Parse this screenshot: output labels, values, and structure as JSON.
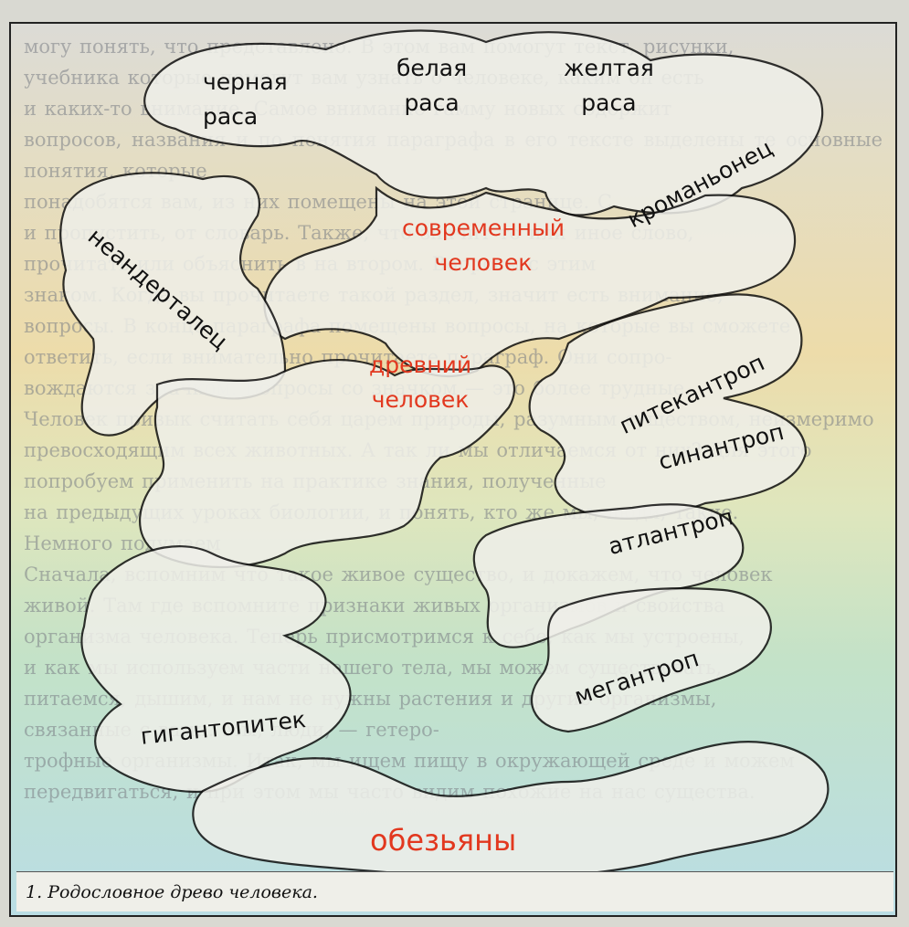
{
  "labels": {
    "black_race": "черная\nраса",
    "white_race": "белая\nраса",
    "yellow_race": "желтая\nраса",
    "modern_human": "современный\nчеловек",
    "cromagnon": "кроманьонец",
    "neanderthal": "неандерталец",
    "ancient_human": "древний\nчеловек",
    "pithecanthropus": "питекантроп",
    "sinanthropus": "синантроп",
    "atlanthropus": "атлантроп",
    "meganthropus": "мегантроп",
    "gigantopithecus": "гигантопитек",
    "apes": "обезьяны"
  },
  "caption": "1. Родословное древо человека.",
  "background_text": [
    "могу понять, что представлено. В этом вам помогут текст, рисунки,",
    "учебника которые помогут вам узнать о человеке, каким он есть",
    "и каких-то внимание. Самое внимание гамму новых содержит",
    "вопросов, названия и по понятия параграфа в его тексте выделены те основные понятия, которые",
    "понадобятся вам, из них помещены на этой странице. С",
    "и пропустить, от словарь. Также, что значит то или иное слово,",
    "прочитать или объяснить в на втором. Вопросы с этим",
    "знаком. Когда вы прочитаете такой раздел, значит есть внимание,",
    "вопросы. В конце параграфа помещены вопросы, на которые вы сможете",
    "ответить, если внимательно прочитаете параграф. Они сопро-",
    "вождаются значком. Вопросы со значком — это более трудные.",
    "Человек привык считать себя царем природы, разумным существом, неизмеримо",
    "превосходящим всех животных. А так ли мы отличаемся от них? Для этого",
    "попробуем применить на практике знания, полученные",
    "на предыдущих уроках биологии, и понять, кто же мы, люди, такие.",
    "Немного подумаем",
    "Сначала, вспомним что такое живое существо, и докажем, что человек",
    "живой. Там где вспомните признаки живых организмов и свойства",
    "организма человека. Теперь присмотримся к себе, как мы устроены,",
    "и как мы используем части нашего тела, мы можем существовать,",
    "питаемся, дышим, и нам не нужны растения и другие организмы,",
    "связанные с вами. Мы, люди, — гетеро-",
    "трофные организмы. Итак, мы ищем пищу в окружающей среде и можем",
    "передвигаться, и при этом мы часто видим похожие на нас существа."
  ]
}
